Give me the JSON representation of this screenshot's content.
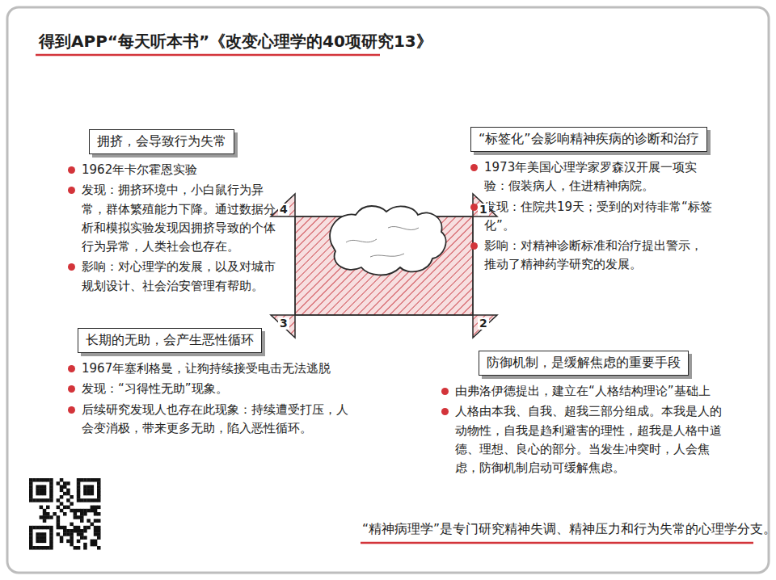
{
  "diagram": {
    "title": "得到APP“每天听本书”《改变心理学的40项研究13》",
    "caption": "“精神病理学”是专门研究精神失调、精神压力和行为失常的心理学分支。",
    "nodes": [
      {
        "text": [
          "拥挤，会导致行为失常",
          "1962年卡尔霍恩实验",
          "发现：拥挤环境中，小白鼠行为异常，群体繁殖能力下降。通过数据分析和模拟实验发现因拥挤导致的个体行为异常，人类社会也存在。",
          "影响：对心理学的发展，以及对城市规划设计、社会治安管理有帮助。"
        ]
      },
      {
        "text": [
          "“标签化”会影响精神疾病的诊断和治疗",
          "1973年美国心理学家罗森汉开展一项实验：假装病人，住进精神病院。",
          "发现：住院共19天；受到的对待非常“标签化”。",
          "影响：对精神诊断标准和治疗提出警示，推动了精神药学研究的发展。"
        ]
      },
      {
        "text": [
          "长期的无助，会产生恶性循环",
          "1967年塞利格曼，让狗持续接受电击无法逃脱",
          "发现：“习得性无助”现象。",
          "后续研究发现人也存在此现象：持续遭受打压，人会变消极，带来更多无助，陷入恶性循环。"
        ]
      },
      {
        "text": [
          "防御机制，是缓解焦虑的重要手段",
          "由弗洛伊德提出，建立在“人格结构理论”基础上",
          "人格由本我、自我、超我三部分组成。本我是人的动物性，自我是趋利避害的理性，超我是人格中道德、理想、良心的部分。当发生冲突时，人会焦虑，防御机制启动可缓解焦虑。"
        ]
      }
    ],
    "labels": [
      "4",
      "1",
      "3",
      "2"
    ]
  }
}
